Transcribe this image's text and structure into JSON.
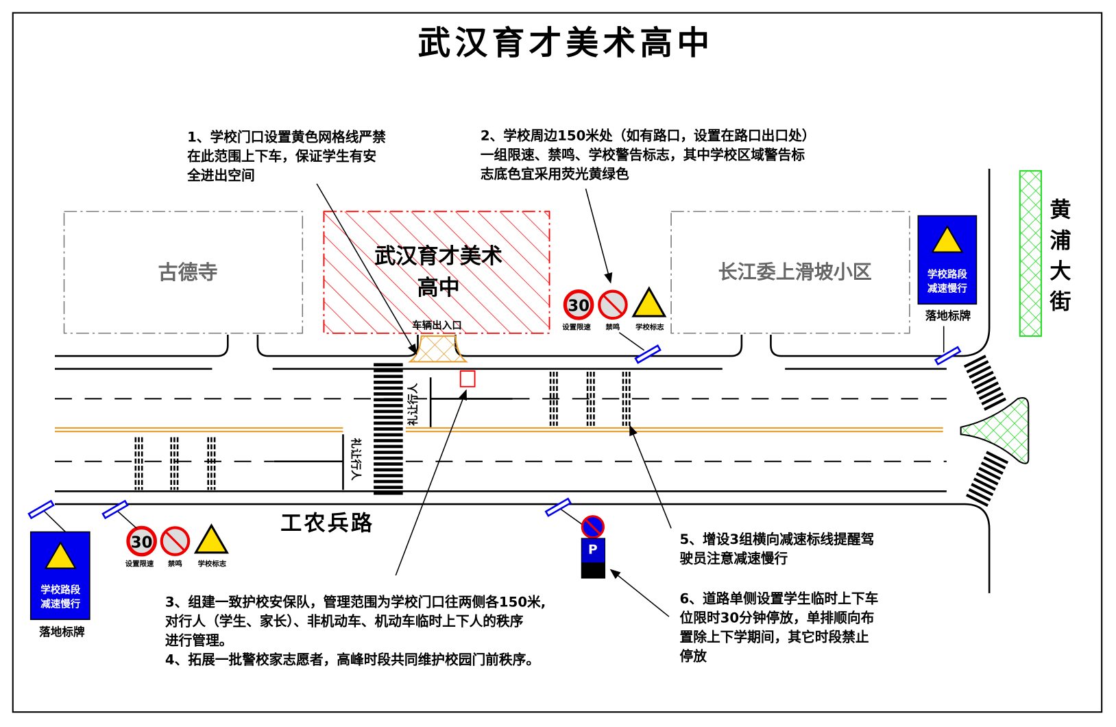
{
  "title": "武汉育才美术高中",
  "buildings": {
    "left": "古德寺",
    "school_line1": "武汉育才美术",
    "school_line2": "高中",
    "right": "长江委上滑坡小区"
  },
  "roads": {
    "main": "工农兵路",
    "side": [
      "黄",
      "浦",
      "大",
      "街"
    ]
  },
  "labels": {
    "gate": "车辆出入口",
    "yield1": "礼让行人",
    "yield2": "礼让行人",
    "speed_limit": "设置限速",
    "no_horn": "禁鸣",
    "school_sign": "学校标志",
    "speed_value": "30",
    "ground_sign": "落地标牌",
    "sign_line1": "学校路段",
    "sign_line2": "减速慢行",
    "parking": "P"
  },
  "annotations": {
    "a1": [
      "1、学校门口设置黄色网格线严禁",
      "在此范围上下车，保证学生有安",
      "全进出空间"
    ],
    "a2": [
      "2、学校周边150米处（如有路口，设置在路口出口处）",
      "一组限速、禁鸣、学校警告标志，其中学校区域警告标",
      "志底色宜采用荧光黄绿色"
    ],
    "a34": [
      "3、组建一致护校安保队，管理范围为学校门口往两侧各150米,",
      "对行人（学生、家长）、非机动车、机动车临时上下人的秩序",
      "进行管理。",
      "4、拓展一批警校家志愿者，高峰时段共同维护校园门前秩序。"
    ],
    "a5": [
      "5、增设3组横向减速标线提醒驾",
      "驶员注意减速慢行"
    ],
    "a6": [
      "6、道路单侧设置学生临时上下车",
      "位限时30分钟停放，单排顺向布",
      "置除上下学期间，其它时段禁止",
      "停放"
    ]
  },
  "colors": {
    "hatch": "#ff0000",
    "grid": "#e8a030",
    "green": "#22dd22",
    "sign_blue": "#0000ee",
    "yellow": "#ffe000"
  }
}
